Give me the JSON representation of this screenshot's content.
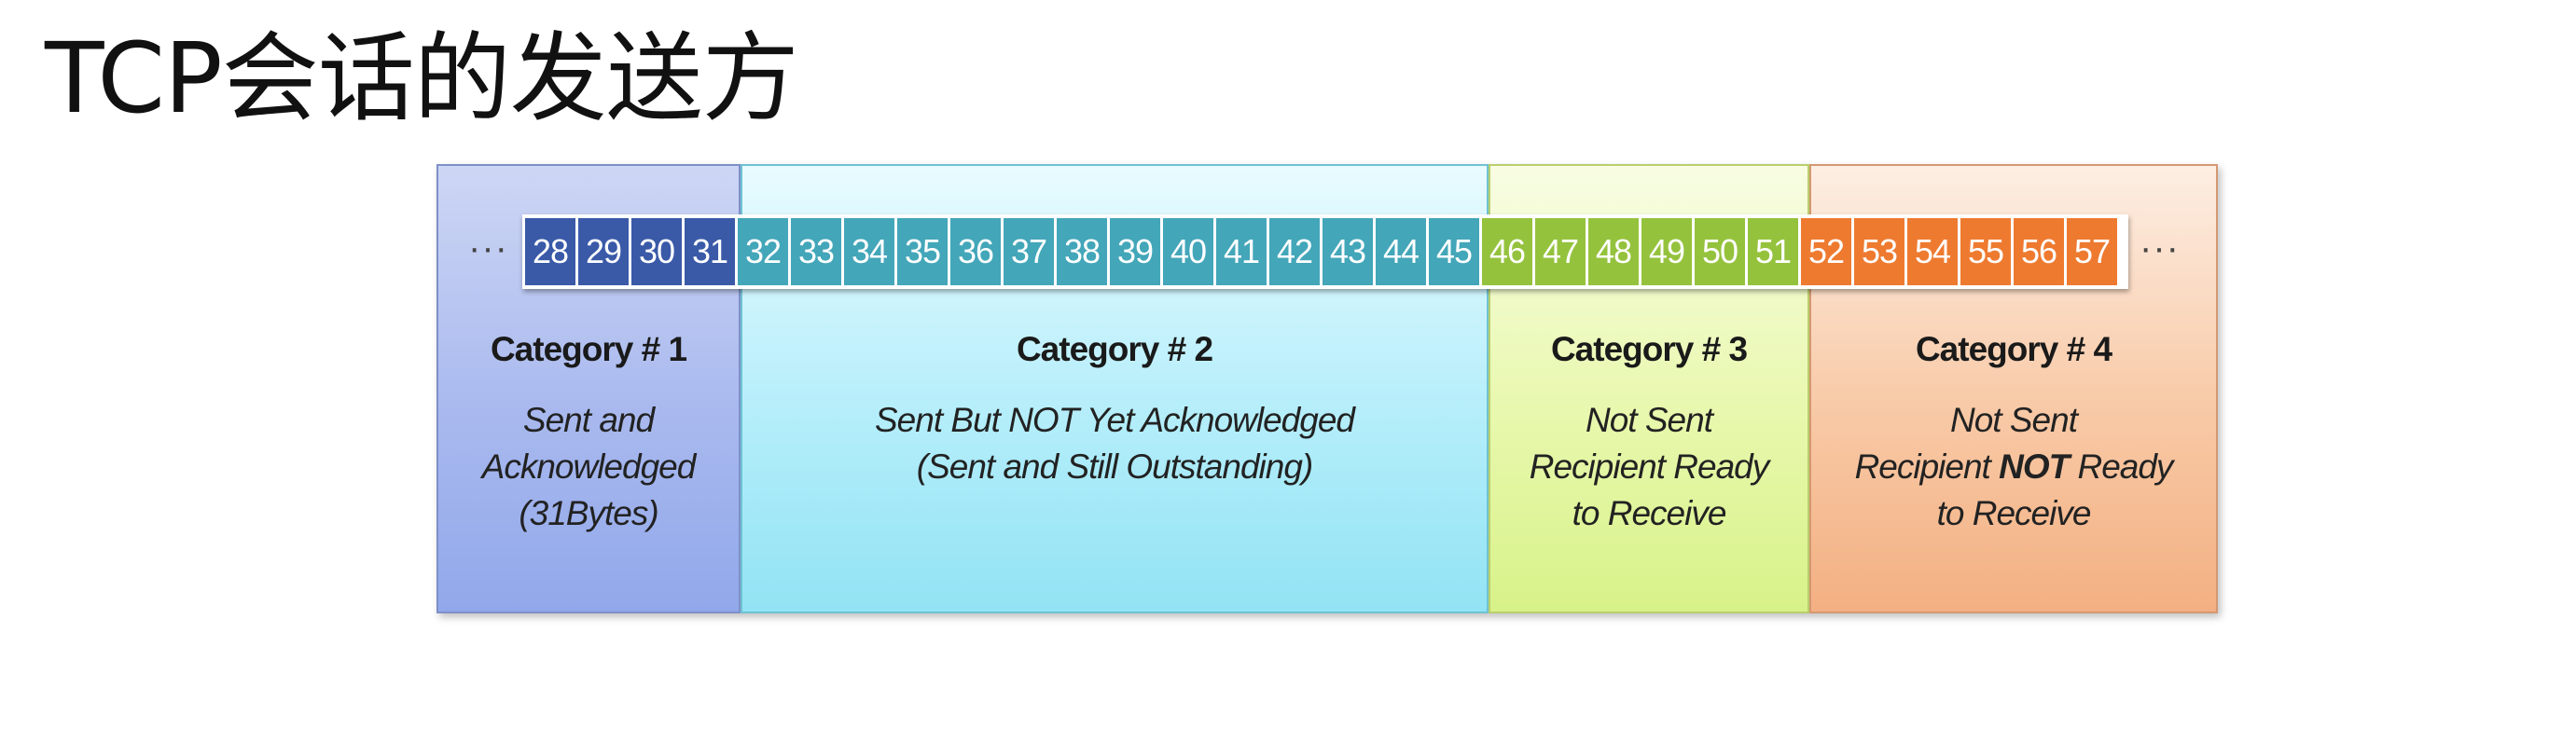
{
  "title": "TCP会话的发送方",
  "ellipsis": "···",
  "colors": {
    "category_1": "#3a5aa8",
    "category_2": "#43a6b9",
    "category_3": "#95c23d",
    "category_4": "#ee7a30"
  },
  "sequence": [
    {
      "n": "28",
      "category": 1
    },
    {
      "n": "29",
      "category": 1
    },
    {
      "n": "30",
      "category": 1
    },
    {
      "n": "31",
      "category": 1
    },
    {
      "n": "32",
      "category": 2
    },
    {
      "n": "33",
      "category": 2
    },
    {
      "n": "34",
      "category": 2
    },
    {
      "n": "35",
      "category": 2
    },
    {
      "n": "36",
      "category": 2
    },
    {
      "n": "37",
      "category": 2
    },
    {
      "n": "38",
      "category": 2
    },
    {
      "n": "39",
      "category": 2
    },
    {
      "n": "40",
      "category": 2
    },
    {
      "n": "41",
      "category": 2
    },
    {
      "n": "42",
      "category": 2
    },
    {
      "n": "43",
      "category": 2
    },
    {
      "n": "44",
      "category": 2
    },
    {
      "n": "45",
      "category": 2
    },
    {
      "n": "46",
      "category": 3
    },
    {
      "n": "47",
      "category": 3
    },
    {
      "n": "48",
      "category": 3
    },
    {
      "n": "49",
      "category": 3
    },
    {
      "n": "50",
      "category": 3
    },
    {
      "n": "51",
      "category": 3
    },
    {
      "n": "52",
      "category": 4
    },
    {
      "n": "53",
      "category": 4
    },
    {
      "n": "54",
      "category": 4
    },
    {
      "n": "55",
      "category": 4
    },
    {
      "n": "56",
      "category": 4
    },
    {
      "n": "57",
      "category": 4
    }
  ],
  "categories": [
    {
      "title": "Category # 1",
      "desc": [
        "Sent and",
        "Acknowledged",
        "(31Bytes)"
      ]
    },
    {
      "title": "Category # 2",
      "desc": [
        "Sent But NOT Yet Acknowledged",
        "(Sent and Still Outstanding)"
      ]
    },
    {
      "title": "Category # 3",
      "desc": [
        "Not Sent",
        "Recipient Ready",
        "to Receive"
      ]
    },
    {
      "title": "Category # 4",
      "desc_line1": "Not Sent",
      "desc_line2_before": "Recipient ",
      "desc_line2_bold": "NOT",
      "desc_line2_after": " Ready",
      "desc_line3": "to Receive"
    }
  ]
}
